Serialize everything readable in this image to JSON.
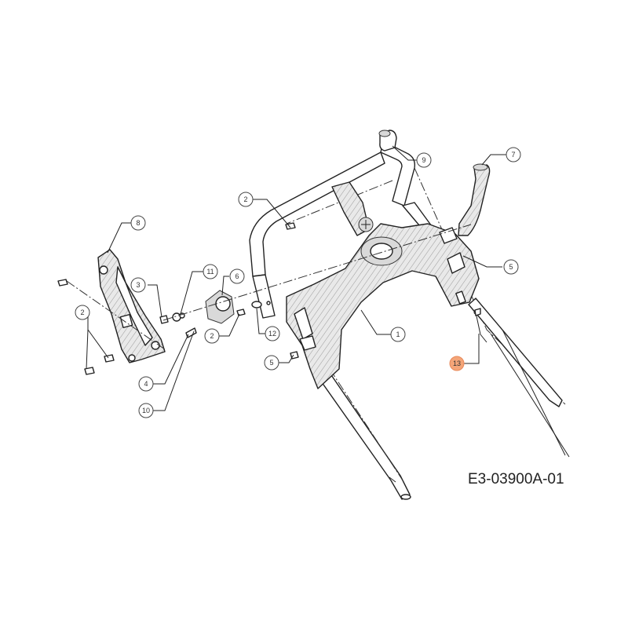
{
  "drawing_code": "E3-03900A-01",
  "highlight_color": "#f4a578",
  "callouts": [
    {
      "id": "c1",
      "label": "1"
    },
    {
      "id": "c2a",
      "label": "2"
    },
    {
      "id": "c2b",
      "label": "2"
    },
    {
      "id": "c2c",
      "label": "2"
    },
    {
      "id": "c3",
      "label": "3"
    },
    {
      "id": "c4",
      "label": "4"
    },
    {
      "id": "c5a",
      "label": "5"
    },
    {
      "id": "c5b",
      "label": "5"
    },
    {
      "id": "c6",
      "label": "6"
    },
    {
      "id": "c7",
      "label": "7"
    },
    {
      "id": "c8",
      "label": "8"
    },
    {
      "id": "c9",
      "label": "9"
    },
    {
      "id": "c10",
      "label": "10"
    },
    {
      "id": "c11",
      "label": "11"
    },
    {
      "id": "c12",
      "label": "12"
    },
    {
      "id": "c13",
      "label": "13",
      "highlighted": true
    }
  ]
}
